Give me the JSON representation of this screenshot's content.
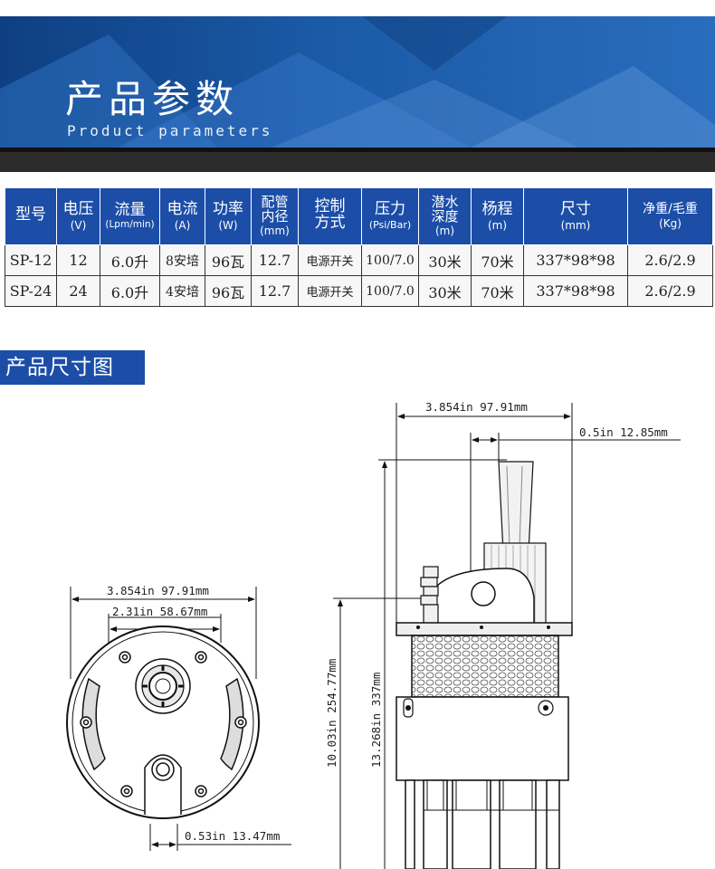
{
  "banner": {
    "title_cn": "产品参数",
    "title_en": "Product parameters"
  },
  "table": {
    "headers": [
      {
        "name": "型号",
        "unit": ""
      },
      {
        "name": "电压",
        "unit": "(V)"
      },
      {
        "name": "流量",
        "unit": "(Lpm/min)"
      },
      {
        "name": "电流",
        "unit": "(A)"
      },
      {
        "name": "功率",
        "unit": "(W)"
      },
      {
        "name": "配管内径",
        "unit": "(mm)"
      },
      {
        "name": "控制方式",
        "unit": ""
      },
      {
        "name": "压力",
        "unit": "(Psi/Bar)"
      },
      {
        "name": "潜水深度",
        "unit": "(m)"
      },
      {
        "name": "杨程",
        "unit": "(m)"
      },
      {
        "name": "尺寸",
        "unit": "(mm)"
      },
      {
        "name": "净重/毛重",
        "unit": "(Kg)"
      }
    ],
    "rows": [
      [
        "SP-12",
        "12",
        "6.0升",
        "8安培",
        "96瓦",
        "12.7",
        "电源开关",
        "100/7.0",
        "30米",
        "70米",
        "337*98*98",
        "2.6/2.9"
      ],
      [
        "SP-24",
        "24",
        "6.0升",
        "4安培",
        "96瓦",
        "12.7",
        "电源开关",
        "100/7.0",
        "30米",
        "70米",
        "337*98*98",
        "2.6/2.9"
      ]
    ]
  },
  "section": {
    "title": "产品尺寸图"
  },
  "dimensions": {
    "front_width": "3.854in 97.91mm",
    "front_inner": "2.31in 58.67mm",
    "front_bottom": "0.53in 13.47mm",
    "side_width": "3.854in 97.91mm",
    "side_outlet": "0.5in 12.85mm",
    "side_height_inlet": "10.03in 254.77mm",
    "side_height_total": "13.268in 337mm"
  },
  "colors": {
    "banner_blue": "#1a5aa6",
    "header_blue": "#1c4ea8",
    "dark_bar": "#2c2c2c"
  }
}
